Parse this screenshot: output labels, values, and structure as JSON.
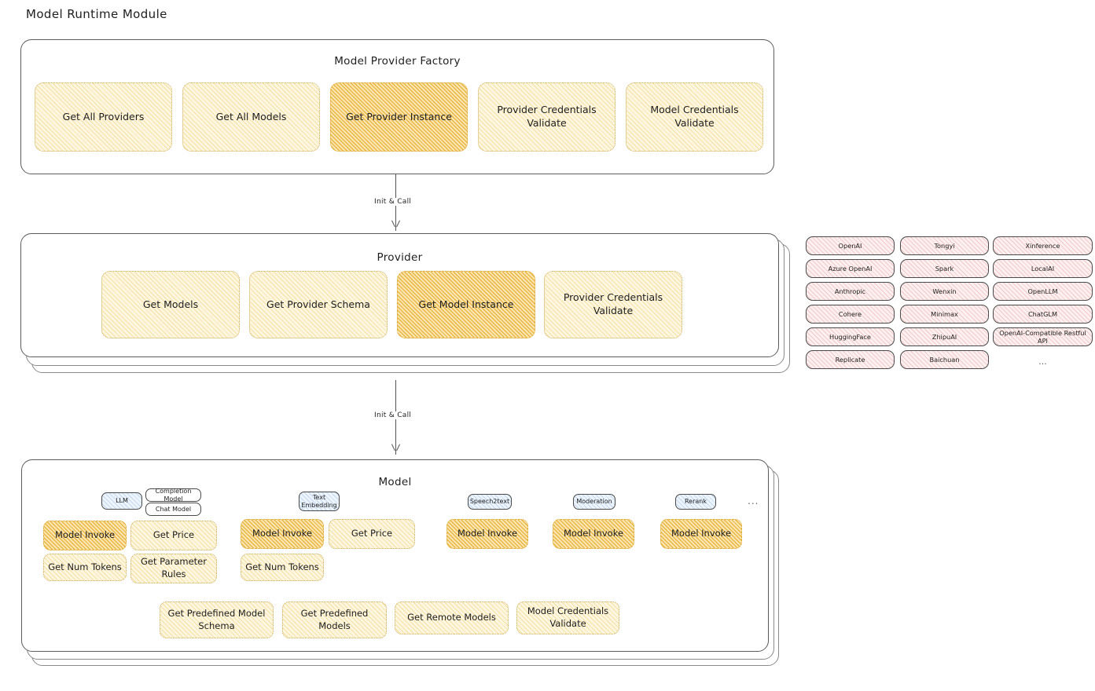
{
  "page": {
    "title": "Model Runtime Module"
  },
  "factory": {
    "title": "Model Provider Factory",
    "items": [
      {
        "label": "Get All Providers",
        "highlighted": false
      },
      {
        "label": "Get All Models",
        "highlighted": false
      },
      {
        "label": "Get Provider Instance",
        "highlighted": true
      },
      {
        "label": "Provider Credentials Validate",
        "highlighted": false
      },
      {
        "label": "Model Credentials Validate",
        "highlighted": false
      }
    ]
  },
  "connector_top": {
    "label": "Init & Call"
  },
  "connector_bottom": {
    "label": "Init & Call"
  },
  "provider": {
    "title": "Provider",
    "items": [
      {
        "label": "Get Models",
        "highlighted": false
      },
      {
        "label": "Get Provider Schema",
        "highlighted": false
      },
      {
        "label": "Get Model Instance",
        "highlighted": true
      },
      {
        "label": "Provider Credentials Validate",
        "highlighted": false
      }
    ]
  },
  "provider_list": {
    "columns": [
      {
        "items": [
          "OpenAI",
          "Azure OpenAI",
          "Anthropic",
          "Cohere",
          "HuggingFace",
          "Replicate"
        ]
      },
      {
        "items": [
          "Tongyi",
          "Spark",
          "Wenxin",
          "Minimax",
          "ZhipuAI",
          "Baichuan"
        ]
      },
      {
        "items": [
          "Xinference",
          "LocalAI",
          "OpenLLM",
          "ChatGLM",
          "OpenAI-Compatible Restful API"
        ]
      }
    ],
    "ellipsis": "..."
  },
  "model": {
    "title": "Model",
    "ellipsis": "...",
    "types": [
      {
        "chip": "LLM",
        "subchips": [
          "Completion Model",
          "Chat Model"
        ],
        "actions": [
          {
            "label": "Model Invoke",
            "highlighted": true
          },
          {
            "label": "Get Price",
            "highlighted": false
          },
          {
            "label": "Get Num Tokens",
            "highlighted": false
          },
          {
            "label": "Get Parameter Rules",
            "highlighted": false
          }
        ]
      },
      {
        "chip": "Text Embedding",
        "subchips": [],
        "actions": [
          {
            "label": "Model Invoke",
            "highlighted": true
          },
          {
            "label": "Get Price",
            "highlighted": false
          },
          {
            "label": "Get Num Tokens",
            "highlighted": false
          }
        ]
      },
      {
        "chip": "Speech2text",
        "subchips": [],
        "actions": [
          {
            "label": "Model Invoke",
            "highlighted": true
          }
        ]
      },
      {
        "chip": "Moderation",
        "subchips": [],
        "actions": [
          {
            "label": "Model Invoke",
            "highlighted": true
          }
        ]
      },
      {
        "chip": "Rerank",
        "subchips": [],
        "actions": [
          {
            "label": "Model Invoke",
            "highlighted": true
          }
        ]
      }
    ],
    "shared_actions": [
      {
        "label": "Get Predefined Model Schema"
      },
      {
        "label": "Get Predefined Models"
      },
      {
        "label": "Get Remote Models"
      },
      {
        "label": "Model Credentials Validate"
      }
    ]
  },
  "colors": {
    "hatch_yellow": "#f0c658",
    "hatch_yellow_strong": "#e8af2f",
    "hatch_pink": "#e28282",
    "hatch_blue": "#78aae1",
    "stroke": "#1e1e1e",
    "background": "#ffffff"
  }
}
